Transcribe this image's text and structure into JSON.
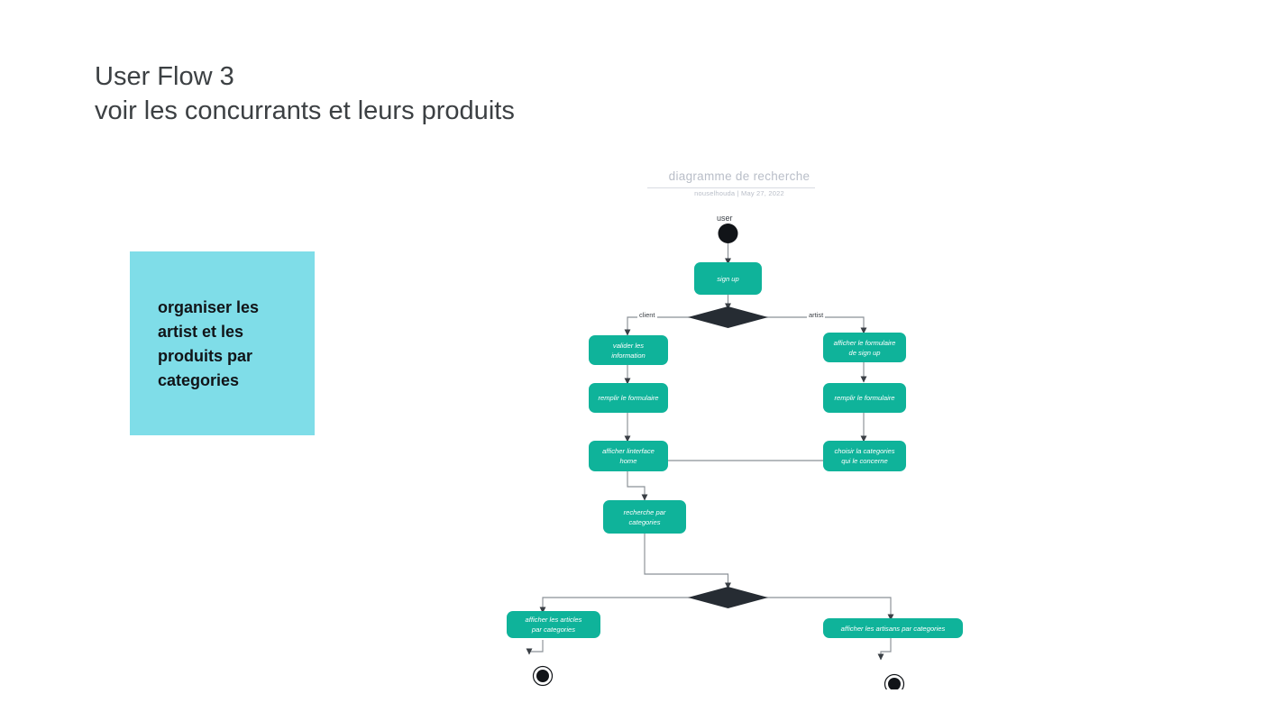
{
  "slide": {
    "title": "User Flow 3\nvoir les concurrants et leurs produits",
    "note": "organiser les artist et les produits par categories"
  },
  "colors": {
    "cyan": "#7FDDE8",
    "teal": "#0FB39A",
    "diamond": "#262C33",
    "title_text": "#3c4043",
    "diagram_header": "#b9bec8"
  },
  "diagram": {
    "title": "diagramme de recherche",
    "subtitle": "nouselhouda  |  May 27, 2022",
    "start_label": "user",
    "nodes": [
      {
        "id": "sign-up",
        "label": "sign up"
      },
      {
        "id": "valider-information",
        "label": "valider les\ninformation"
      },
      {
        "id": "remplir-formulaire-client",
        "label": "remplir le formulaire"
      },
      {
        "id": "afficher-interface-home",
        "label": "afficher linterface\nhome"
      },
      {
        "id": "recherche-par-categories",
        "label": "recherche par\ncategories"
      },
      {
        "id": "afficher-formulaire-signup",
        "label": "afficher le formulaire\nde sign up"
      },
      {
        "id": "remplir-formulaire-artist",
        "label": "remplir le formulaire"
      },
      {
        "id": "choisir-categories",
        "label": "choisir la categories\nqui le concerne"
      },
      {
        "id": "afficher-articles",
        "label": "afficher les articles\npar categories"
      },
      {
        "id": "afficher-artisans",
        "label": "afficher les artisans par categories"
      }
    ],
    "edge_labels": {
      "client": "client",
      "artist": "artist"
    }
  }
}
